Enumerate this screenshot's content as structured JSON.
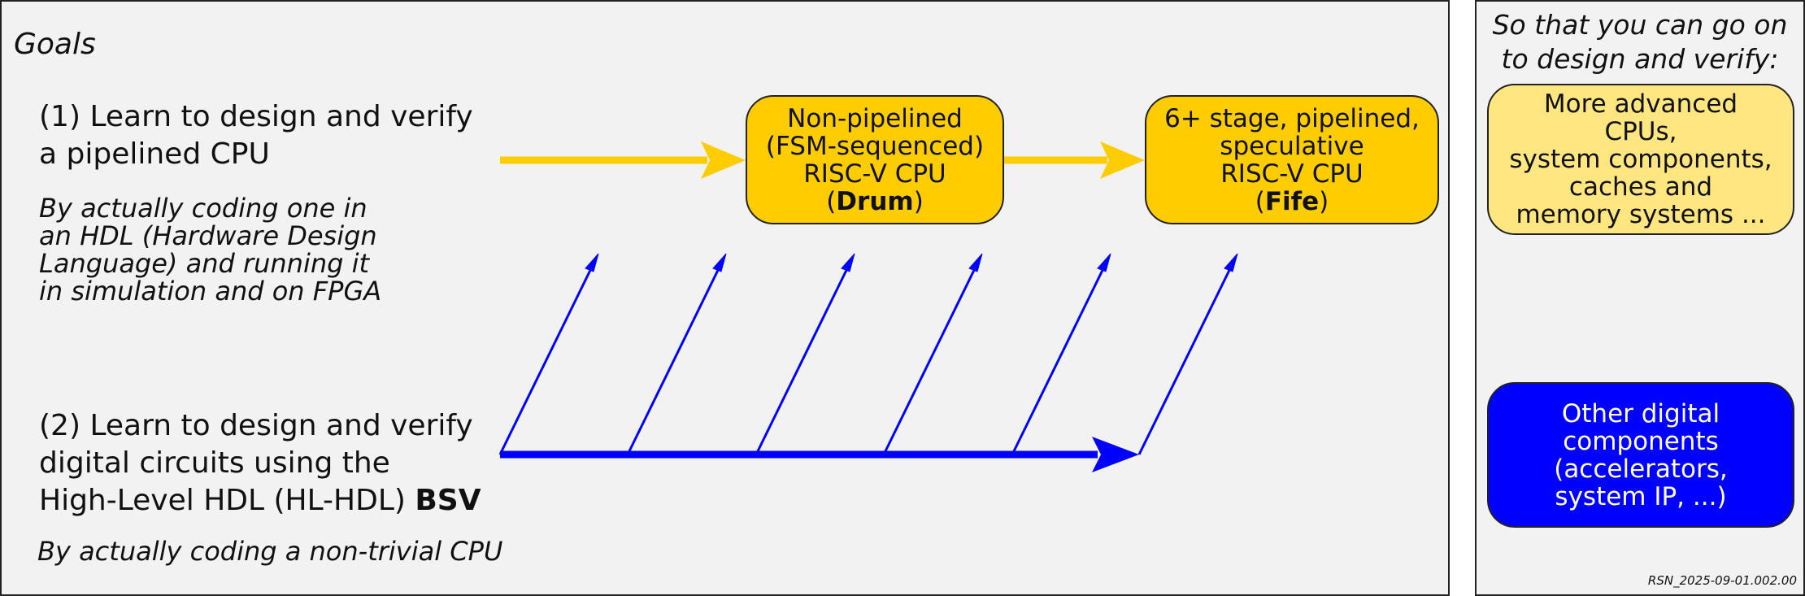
{
  "goals": {
    "title": "Goals",
    "goal1": {
      "lines": [
        "(1) Learn to design and verify",
        "a pipelined CPU"
      ],
      "sub": [
        "By actually coding one in",
        "an HDL (Hardware Design",
        "Language) and running it",
        "in simulation and on FPGA"
      ]
    },
    "goal2": {
      "lines": [
        "(2) Learn to design and verify",
        "digital circuits using the"
      ],
      "line3_prefix": "High-Level HDL (HL-HDL) ",
      "line3_bold": "BSV",
      "sub": "By actually coding a non-trivial CPU"
    }
  },
  "boxes": {
    "drum": {
      "lines": [
        "Non-pipelined",
        "(FSM-sequenced)",
        "RISC-V CPU"
      ],
      "name_open": "(",
      "name": "Drum",
      "name_close": ")"
    },
    "fife": {
      "lines": [
        "6+ stage, pipelined,",
        "speculative",
        "RISC-V CPU"
      ],
      "name_open": "(",
      "name": "Fife",
      "name_close": ")"
    },
    "advanced": {
      "lines": [
        "More advanced",
        "CPUs,",
        "system components,",
        "caches and",
        "memory systems ..."
      ]
    },
    "other": {
      "lines": [
        "Other digital",
        "components",
        "(accelerators,",
        "system IP, ...)"
      ]
    }
  },
  "side": {
    "title_lines": [
      "So that you can go on",
      "to design and verify:"
    ],
    "version": "RSN_2025-09-01.002.00"
  },
  "colors": {
    "yellow_arrow": "#ffcc00",
    "blue_arrow": "#0000ff",
    "panel_bg": "#f2f2f2",
    "box_yellow": "#ffcc00",
    "box_light_yellow": "#ffe680",
    "box_blue": "#0000ff"
  }
}
